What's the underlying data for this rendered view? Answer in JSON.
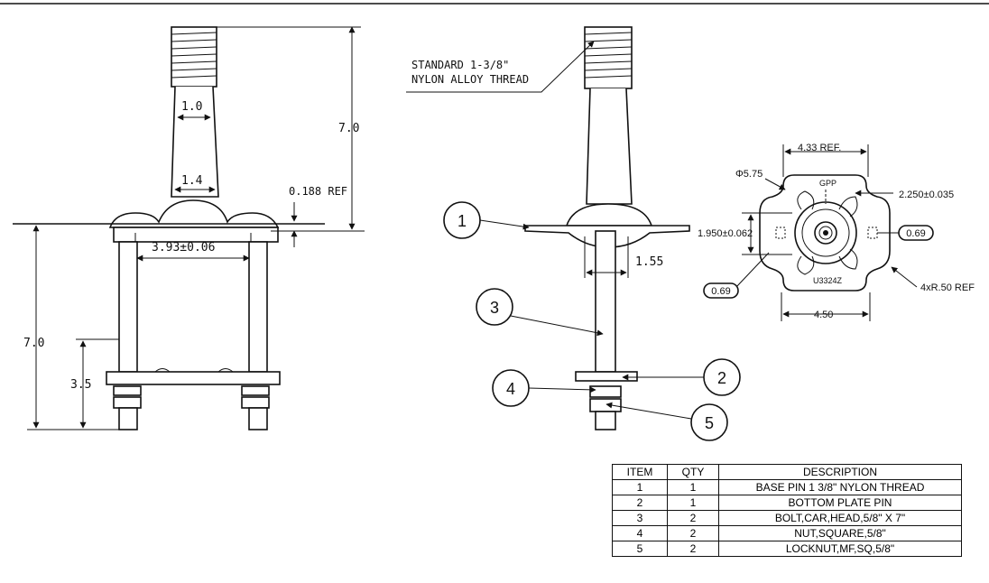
{
  "left_view": {
    "dims": {
      "top_dia": "1.0",
      "mid_dia": "1.4",
      "total_height": "7.0",
      "ref": "0.188 REF",
      "plate_width": "3.93±0.06",
      "lower_height": "7.0",
      "lower_half": "3.5"
    }
  },
  "middle_view": {
    "thread_note": [
      "STANDARD 1-3/8\"",
      "NYLON ALLOY THREAD"
    ],
    "dims": {
      "bolt_offset": "1.55"
    },
    "balloons": [
      "1",
      "2",
      "3",
      "4",
      "5"
    ]
  },
  "top_view": {
    "dims": {
      "width_ref": "4.33 REF.",
      "dia": "Φ5.75",
      "gpp": "GPP",
      "hole_spacing": "2.250±0.035",
      "v_spacing": "1.950±0.062",
      "right_bubble": "0.69",
      "left_bubble": "0.69",
      "part_no": "U3324Z",
      "radius": "4xR.50 REF",
      "bottom_width": "4.50"
    }
  },
  "bom": {
    "headers": [
      "ITEM",
      "QTY",
      "DESCRIPTION"
    ],
    "rows": [
      [
        "1",
        "1",
        "BASE PIN 1 3/8\" NYLON THREAD"
      ],
      [
        "2",
        "1",
        "BOTTOM PLATE PIN"
      ],
      [
        "3",
        "2",
        "BOLT,CAR,HEAD,5/8\" X 7\""
      ],
      [
        "4",
        "2",
        "NUT,SQUARE,5/8\""
      ],
      [
        "5",
        "2",
        "LOCKNUT,MF,SQ,5/8\""
      ]
    ]
  }
}
